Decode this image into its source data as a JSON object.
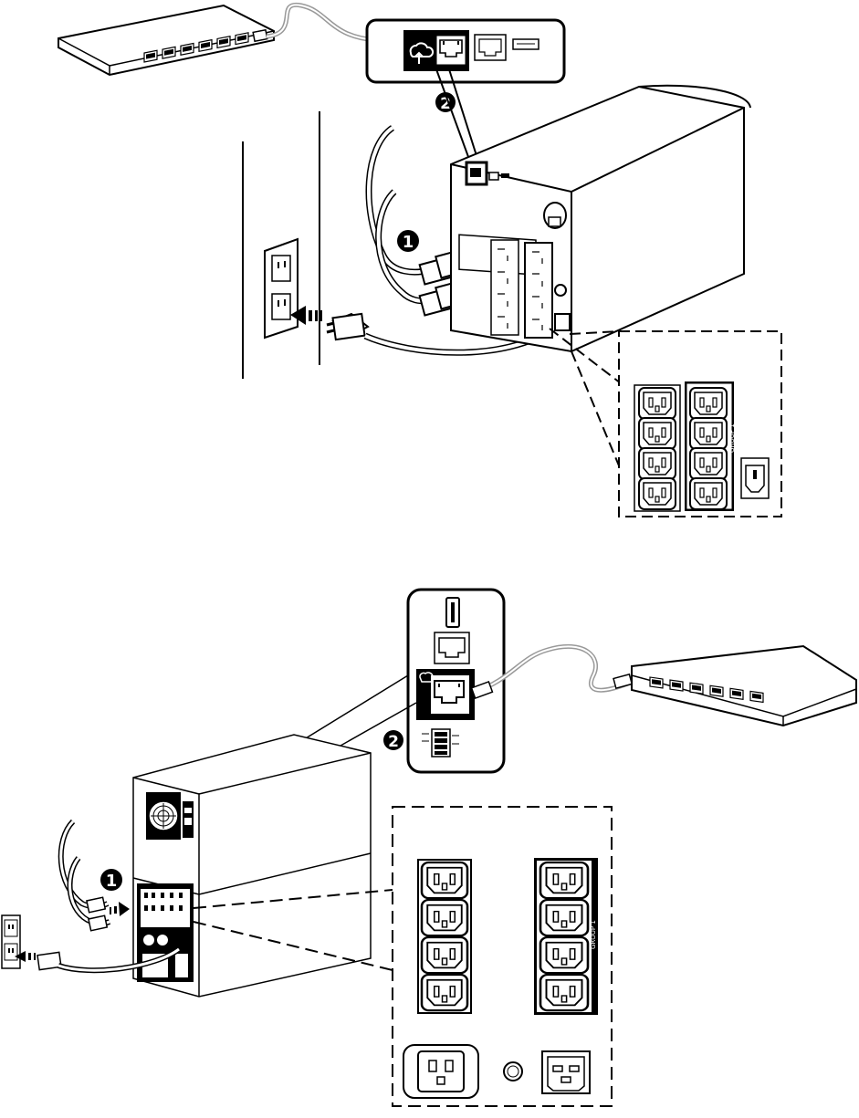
{
  "figure_top": {
    "step1_label": "1",
    "step2_label": "2",
    "group_label": "GROUP 1"
  },
  "figure_bottom": {
    "step1_label": "1",
    "step2_label": "2",
    "group_label": "GROUP 1"
  },
  "colors": {
    "line": "#000000",
    "background": "#ffffff",
    "cable": "#999999"
  },
  "icons": [
    "network-switch-icon",
    "ethernet-port-icon",
    "usb-port-icon",
    "network-cloud-icon",
    "wall-outlet-icon",
    "power-plug-icon",
    "iec-outlet-icon",
    "dry-contact-terminal-icon"
  ]
}
